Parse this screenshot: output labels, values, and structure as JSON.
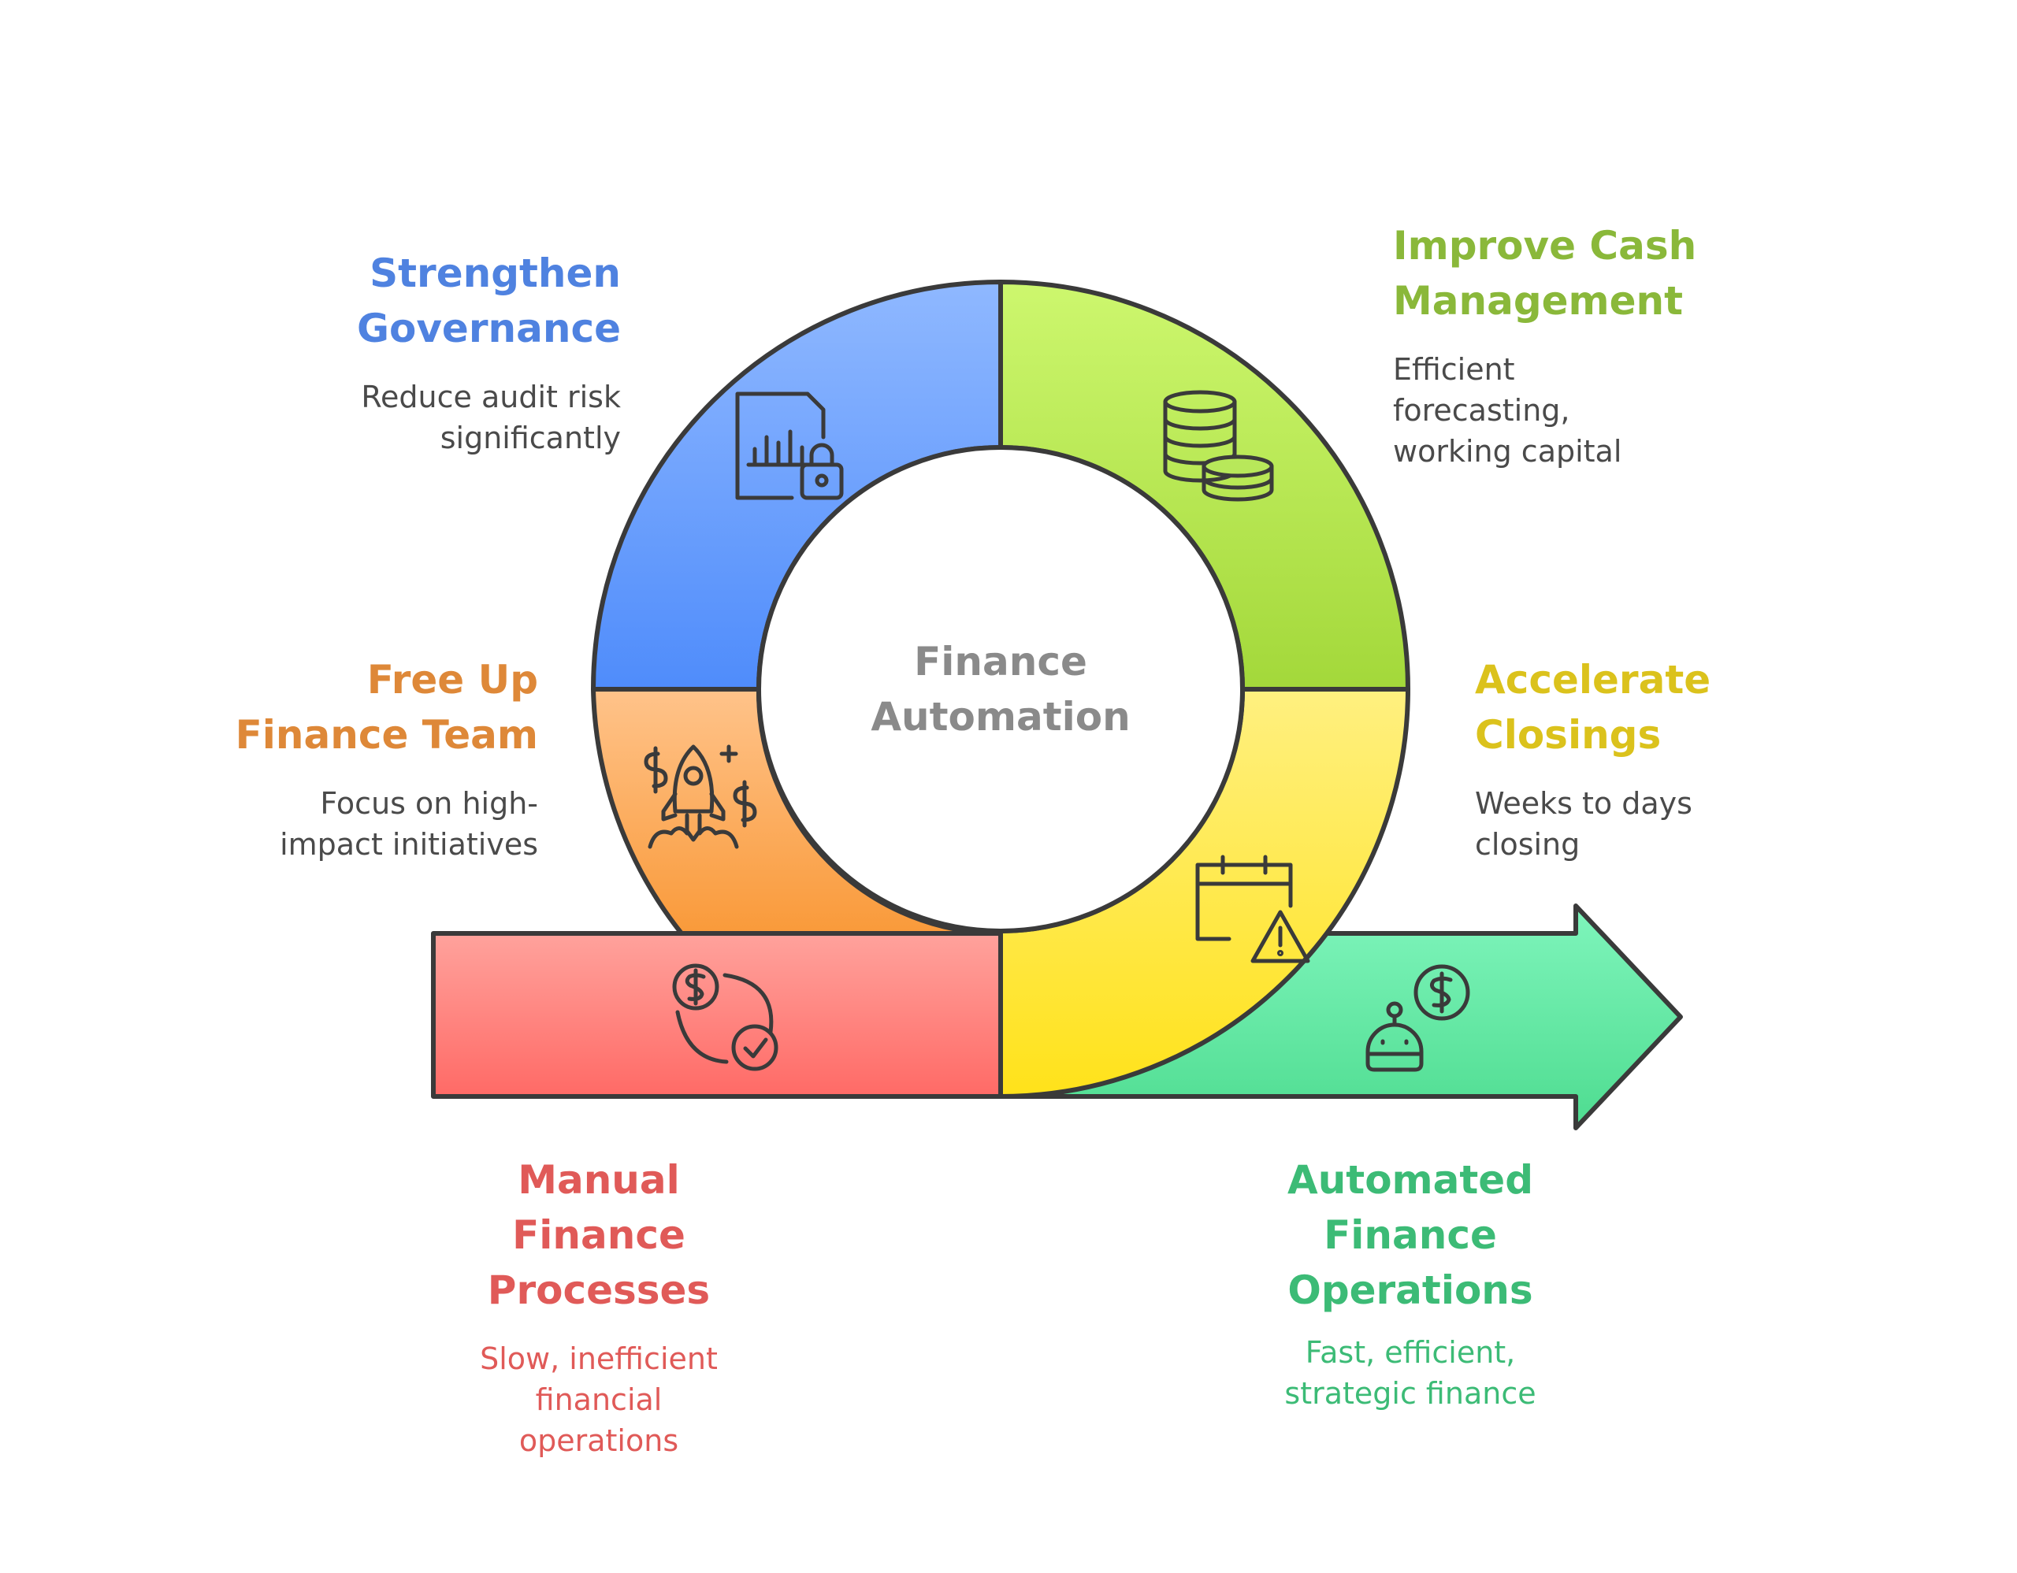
{
  "colors": {
    "governance": "#4f82e0",
    "cash": "#8ab83a",
    "team": "#de8838",
    "closings": "#dbc21c",
    "manual": "#e05a58",
    "automated": "#3cbb76",
    "outline": "#3a3a3a",
    "center_text": "#8a8a8a"
  },
  "center": {
    "line1": "Finance",
    "line2": "Automation"
  },
  "sections": {
    "governance": {
      "title_lines": [
        "Strengthen",
        "Governance"
      ],
      "desc_lines": [
        "Reduce audit risk",
        "significantly"
      ],
      "icon": "document-chart-lock-icon"
    },
    "cash": {
      "title_lines": [
        "Improve Cash",
        "Management"
      ],
      "desc_lines": [
        "Efficient",
        "forecasting,",
        "working capital"
      ],
      "icon": "coin-stacks-icon"
    },
    "team": {
      "title_lines": [
        "Free Up",
        "Finance Team"
      ],
      "desc_lines": [
        "Focus on high-",
        "impact initiatives"
      ],
      "icon": "rocket-dollar-icon"
    },
    "closings": {
      "title_lines": [
        "Accelerate",
        "Closings"
      ],
      "desc_lines": [
        "Weeks to days",
        "closing"
      ],
      "icon": "calendar-warning-icon"
    },
    "manual": {
      "title_lines": [
        "Manual",
        "Finance",
        "Processes"
      ],
      "desc_lines": [
        "Slow, inefficient",
        "financial",
        "operations"
      ],
      "icon": "dollar-cycle-check-icon"
    },
    "automated": {
      "title_lines": [
        "Automated",
        "Finance",
        "Operations"
      ],
      "desc_lines": [
        "Fast, efficient,",
        "strategic finance"
      ],
      "icon": "robot-dollar-icon"
    }
  }
}
